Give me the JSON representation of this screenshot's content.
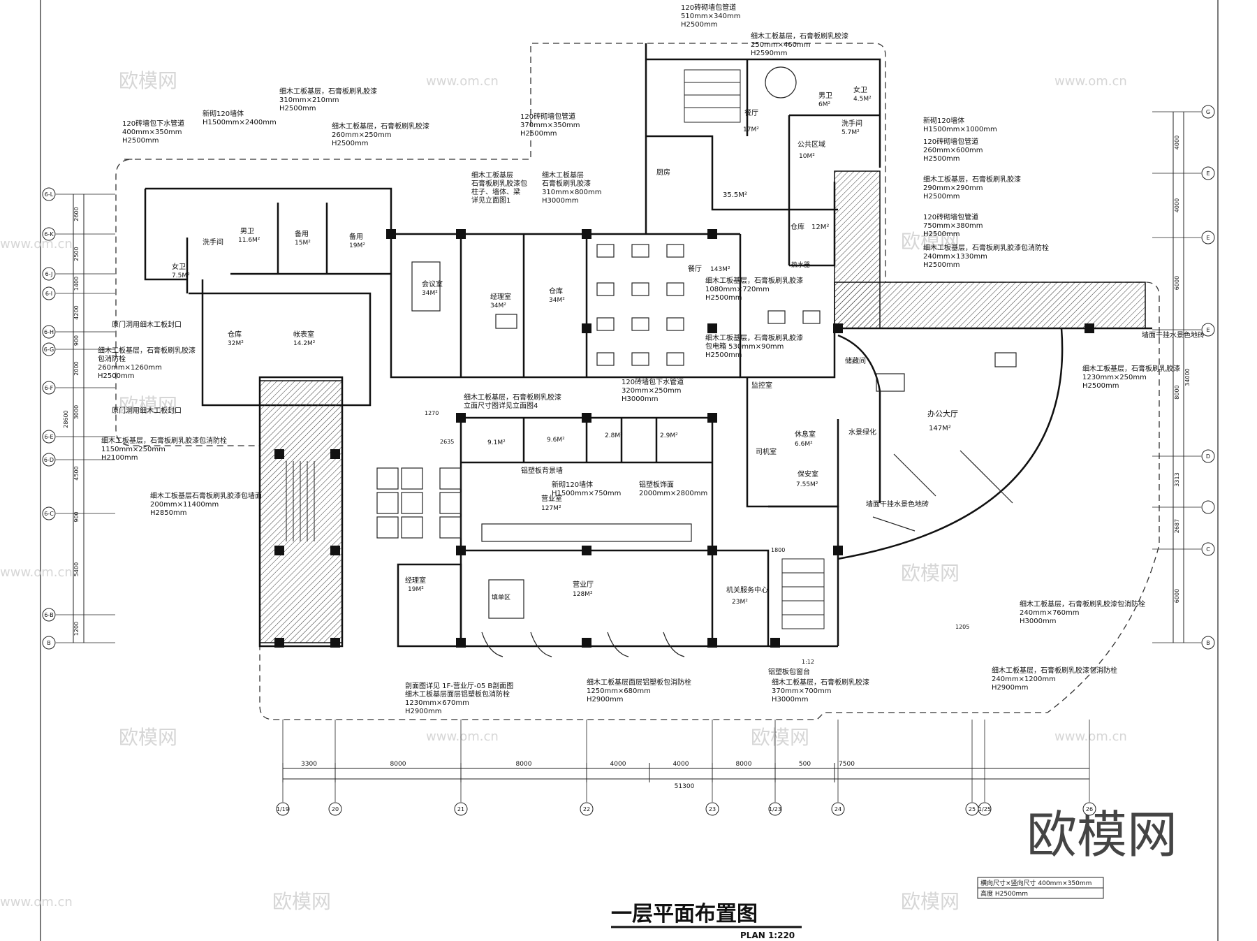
{
  "title": "一层平面布置图",
  "subtitle": "PLAN 1:220",
  "watermark": "欧模网",
  "watermark_url": "www.om.cn",
  "legend": {
    "line1": "横向尺寸×竖向尺寸  400mm×350mm",
    "line2": "高度  H2500mm"
  },
  "rooms": [
    {
      "name": "男卫",
      "area": "11.6M²"
    },
    {
      "name": "备用",
      "area": "15M²"
    },
    {
      "name": "备用",
      "area": "19M²"
    },
    {
      "name": "女卫",
      "area": "7.5M²"
    },
    {
      "name": "洗手间",
      "area": ""
    },
    {
      "name": "仓库",
      "area": "32M²"
    },
    {
      "name": "帐表室",
      "area": "14.2M²"
    },
    {
      "name": "会议室",
      "area": "34M²"
    },
    {
      "name": "经理室",
      "area": "34M²"
    },
    {
      "name": "仓库",
      "area": "34M²"
    },
    {
      "name": "餐厅",
      "area": "143M²"
    },
    {
      "name": "厨房",
      "area": ""
    },
    {
      "name": "",
      "area": "35.5M²"
    },
    {
      "name": "餐厅",
      "area": "17M²"
    },
    {
      "name": "男卫",
      "area": "6M²"
    },
    {
      "name": "女卫",
      "area": "4.5M²"
    },
    {
      "name": "洗手间",
      "area": "5.7M²"
    },
    {
      "name": "公共区域",
      "area": "10M²"
    },
    {
      "name": "仓库",
      "area": "12M²"
    },
    {
      "name": "热水器",
      "area": ""
    },
    {
      "name": "储藏间",
      "area": ""
    },
    {
      "name": "监控室",
      "area": ""
    },
    {
      "name": "休息室",
      "area": "6.6M²"
    },
    {
      "name": "司机室",
      "area": ""
    },
    {
      "name": "保安室",
      "area": "7.55M²"
    },
    {
      "name": "办公大厅",
      "area": "147M²"
    },
    {
      "name": "水景绿化",
      "area": ""
    },
    {
      "name": "营业室",
      "area": "127M²"
    },
    {
      "name": "营业厅",
      "area": "128M²"
    },
    {
      "name": "机关服务中心",
      "area": "23M²"
    },
    {
      "name": "经理室",
      "area": "19M²"
    },
    {
      "name": "",
      "area": "9.1M²"
    },
    {
      "name": "",
      "area": "9.6M²"
    },
    {
      "name": "",
      "area": "2.8M²"
    },
    {
      "name": "",
      "area": "2.9M²"
    },
    {
      "name": "填单区",
      "area": ""
    }
  ],
  "annotations": [
    {
      "lines": [
        "120砖砌墙包管道",
        "510mm×340mm",
        "H2500mm"
      ]
    },
    {
      "lines": [
        "细木工板基层，石膏板刷乳胶漆",
        "250mm×460mm",
        "H2590mm"
      ]
    },
    {
      "lines": [
        "细木工板基层，石膏板刷乳胶漆",
        "310mm×210mm",
        "H2500mm"
      ]
    },
    {
      "lines": [
        "新砌120墙体",
        "H1500mm×2400mm"
      ]
    },
    {
      "lines": [
        "120砖墙包下水管道",
        "400mm×350mm",
        "H2500mm"
      ]
    },
    {
      "lines": [
        "细木工板基层，石膏板刷乳胶漆",
        "260mm×250mm",
        "H2500mm"
      ]
    },
    {
      "lines": [
        "120砖砌墙包管道",
        "370mm×350mm",
        "H2500mm"
      ]
    },
    {
      "lines": [
        "细木工板基层",
        "石膏板刷乳胶漆包",
        "柱子、墙体、梁",
        "详见立面图1"
      ]
    },
    {
      "lines": [
        "细木工板基层",
        "石膏板刷乳胶漆",
        "310mm×800mm",
        "H3000mm"
      ]
    },
    {
      "lines": [
        "新砌120墙体",
        "H1500mm×1000mm"
      ]
    },
    {
      "lines": [
        "120砖砌墙包管道",
        "260mm×600mm",
        "H2500mm"
      ]
    },
    {
      "lines": [
        "细木工板基层，石膏板刷乳胶漆",
        "290mm×290mm",
        "H2500mm"
      ]
    },
    {
      "lines": [
        "120砖砌墙包管道",
        "750mm×380mm",
        "H2500mm"
      ]
    },
    {
      "lines": [
        "细木工板基层，石膏板刷乳胶漆包消防栓",
        "240mm×1330mm",
        "H2500mm"
      ]
    },
    {
      "lines": [
        "细木工板基层，石膏板刷乳胶漆",
        "1080mm×720mm",
        "H2500mm"
      ]
    },
    {
      "lines": [
        "细木工板基层，石膏板刷乳胶漆",
        "包电箱  530mm×90mm",
        "H2500mm"
      ]
    },
    {
      "lines": [
        "原门洞用细木工板封口"
      ]
    },
    {
      "lines": [
        "细木工板基层，石膏板刷乳胶漆",
        "包消防栓",
        "260mm×1260mm",
        "H2500mm"
      ]
    },
    {
      "lines": [
        "原门洞用细木工板封口"
      ]
    },
    {
      "lines": [
        "细木工板基层，石膏板刷乳胶漆包消防栓",
        "1150mm×250mm",
        "H2100mm"
      ]
    },
    {
      "lines": [
        "细木工板基层石膏板刷乳胶漆包墙面",
        "200mm×11400mm",
        "H2850mm"
      ]
    },
    {
      "lines": [
        "120砖墙包下水管道",
        "320mm×250mm",
        "H3000mm"
      ]
    },
    {
      "lines": [
        "细木工板基层，石膏板刷乳胶漆",
        "立面尺寸图详见立面图4"
      ]
    },
    {
      "lines": [
        "铝塑板背景墙"
      ]
    },
    {
      "lines": [
        "新砌120墙体",
        "H1500mm×750mm"
      ]
    },
    {
      "lines": [
        "铝塑板饰面",
        "2000mm×2800mm"
      ]
    },
    {
      "lines": [
        "墙面干挂水景色地砖"
      ]
    },
    {
      "lines": [
        "细木工板基层，石膏板刷乳胶漆",
        "1230mm×250mm",
        "H2500mm"
      ]
    },
    {
      "lines": [
        "墙面干挂水景色地砖"
      ]
    },
    {
      "lines": [
        "细木工板基层，石膏板刷乳胶漆包消防栓",
        "240mm×760mm",
        "H3000mm"
      ]
    },
    {
      "lines": [
        "细木工板基层，石膏板刷乳胶漆包消防栓",
        "240mm×1200mm",
        "H2900mm"
      ]
    },
    {
      "lines": [
        "铝塑板包窗台"
      ]
    },
    {
      "lines": [
        "剖面图详见 1F-营业厅-05 B剖面图",
        "细木工板基层面层铝塑板包消防栓",
        "1230mm×670mm",
        "H2900mm"
      ]
    },
    {
      "lines": [
        "细木工板基层面层铝塑板包消防栓",
        "1250mm×680mm",
        "H2900mm"
      ]
    },
    {
      "lines": [
        "细木工板基层，石膏板刷乳胶漆",
        "370mm×700mm",
        "H3000mm"
      ]
    }
  ],
  "dimensions": {
    "bottom_segments": [
      "3300",
      "8000",
      "8000",
      "4000",
      "4000",
      "8000",
      "500",
      "7500"
    ],
    "bottom_total": "51300",
    "left_segments": [
      "2600",
      "2500",
      "1400",
      "4200",
      "900",
      "2000",
      "3000",
      "4500",
      "900",
      "5400",
      "1200"
    ],
    "left_total": "28600",
    "right_segments": [
      "4000",
      "4000",
      "6000",
      "8000",
      "3313",
      "2687",
      "6000"
    ],
    "right_total": "34000",
    "misc": [
      "1270",
      "2635",
      "1800",
      "1:12",
      "1205"
    ]
  },
  "grid": {
    "bottom": [
      "1/19",
      "20",
      "21",
      "22",
      "23",
      "1/23",
      "24",
      "25",
      "1/25",
      "26"
    ],
    "left": [
      "6-L",
      "6-K",
      "6-J",
      "6-I",
      "6-H",
      "6-G",
      "6-F",
      "6-E",
      "6-D",
      "6-C",
      "6-B",
      "B"
    ],
    "right": [
      "G",
      "E",
      "E",
      "E",
      "D",
      "",
      "C",
      "B"
    ]
  }
}
